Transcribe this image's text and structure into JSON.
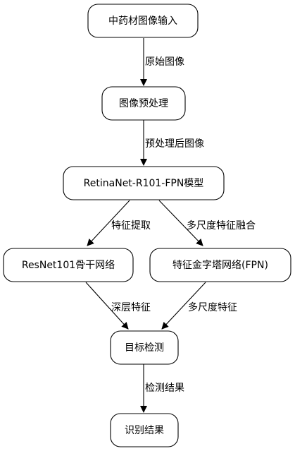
{
  "nodes": {
    "input": "中药材图像输入",
    "preprocess": "图像预处理",
    "model": "RetinaNet-R101-FPN模型",
    "backbone": "ResNet101骨干网络",
    "fpn": "特征金字塔网络(FPN)",
    "detect": "目标检测",
    "result": "识别结果"
  },
  "edges": {
    "input_to_preprocess": "原始图像",
    "preprocess_to_model": "预处理后图像",
    "model_to_backbone": "特征提取",
    "model_to_fpn": "多尺度特征融合",
    "backbone_to_detect": "深层特征",
    "fpn_to_detect": "多尺度特征",
    "detect_to_result": "检测结果"
  }
}
